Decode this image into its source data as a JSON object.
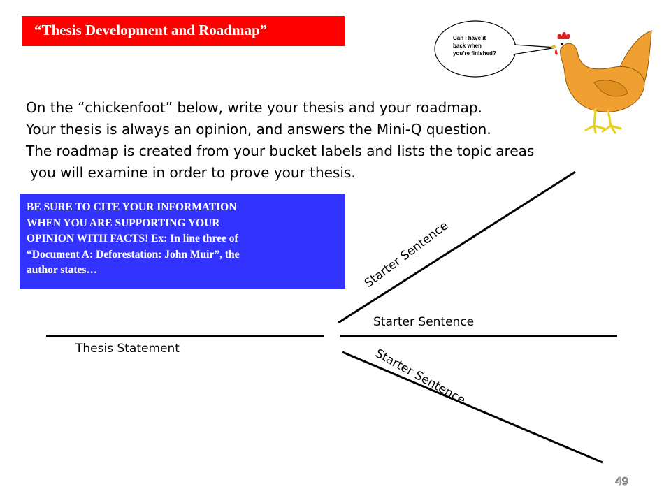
{
  "title": "“Thesis Development and Roadmap”",
  "speech_bubble": {
    "line1": "Can I have it",
    "line2": "back when",
    "line3": "you’re finished?"
  },
  "instructions": [
    "On the “chickenfoot” below, write your thesis and your roadmap.",
    "Your thesis is always an opinion, and answers the Mini-Q question.",
    "The roadmap is created from your bucket labels and lists the topic areas",
    "you will examine in order to prove your thesis."
  ],
  "cite_box": [
    "BE SURE TO CITE YOUR INFORMATION",
    "WHEN YOU ARE SUPPORTING YOUR",
    "OPINION WITH FACTS! Ex: In line three of",
    "“Document A: Deforestation: John Muir”, the",
    "author states…"
  ],
  "diagram": {
    "thesis_label": "Thesis Statement",
    "starter_upper": "Starter Sentence",
    "starter_middle": "Starter Sentence",
    "starter_lower": "Starter Sentence"
  },
  "page_number": "49",
  "colors": {
    "title_bg": "#ff0000",
    "cite_bg": "#3333ff",
    "chicken_body": "#f0a030"
  }
}
